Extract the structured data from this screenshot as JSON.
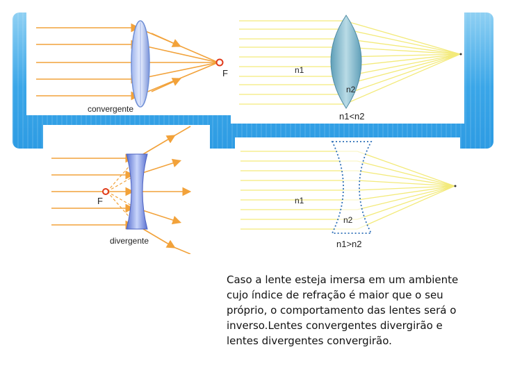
{
  "diagrams": {
    "convergent_photo": {
      "label": "convergente",
      "focus": "F"
    },
    "convergent_schematic": {
      "n1": "n1",
      "n2": "n2",
      "relation": "n1<n2"
    },
    "divergent_photo": {
      "label": "divergente",
      "focus": "F"
    },
    "divergent_schematic": {
      "n1": "n1",
      "n2": "n2",
      "relation": "n1>n2"
    }
  },
  "caption": " Caso a lente esteja imersa em um ambiente cujo índice de refração é maior que o seu próprio, o comportamento das lentes será o inverso.Lentes convergentes divergirão e lentes divergentes convergirão.",
  "colors": {
    "ray_orange": "#f2a23a",
    "ray_yellow": "#f3ea7a",
    "lens_blue": "#6f8fd6",
    "banner": "#3aa6e8"
  }
}
